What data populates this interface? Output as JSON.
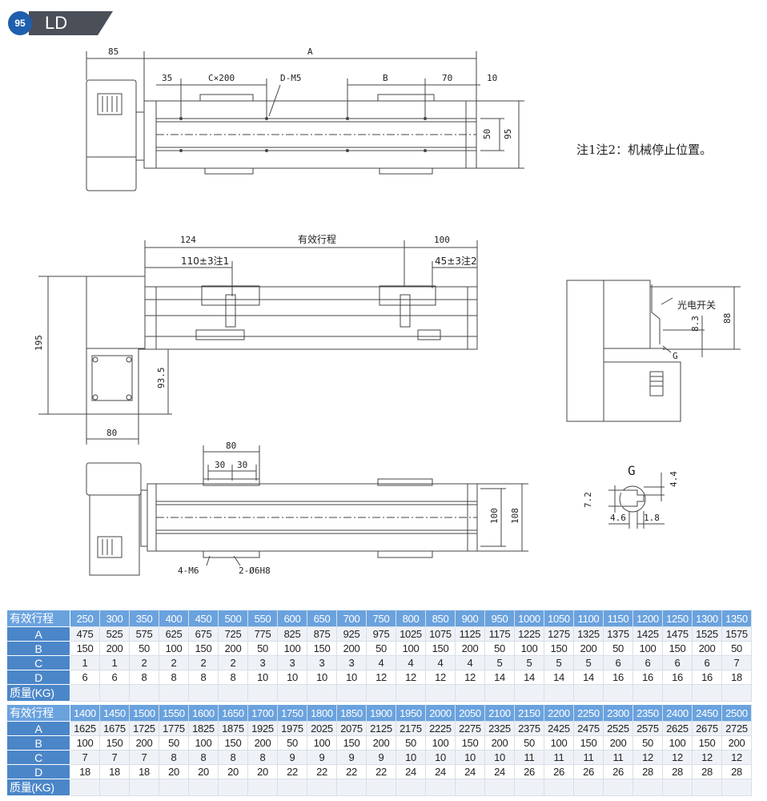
{
  "header": {
    "page_number": "95",
    "model": "LD"
  },
  "note": "注1注2：机械停止位置。",
  "top_view": {
    "dims": {
      "motor": "85",
      "A": "A",
      "d35": "35",
      "c": "C×200",
      "d": "D-M5",
      "b": "B",
      "d70": "70",
      "d10": "10",
      "d50": "50",
      "d95": "95"
    }
  },
  "side_view": {
    "dims": {
      "d124": "124",
      "stroke": "有效行程",
      "d100": "100",
      "n1": "110±3注1",
      "n2": "45±3注2",
      "d195": "195",
      "d93": "93.5",
      "d80": "80"
    }
  },
  "end_view": {
    "sensor": "光电开关",
    "d83": "8.3",
    "d88": "88",
    "g": "G"
  },
  "bottom_view": {
    "dims": {
      "d80": "80",
      "d30a": "30",
      "d30b": "30",
      "d100": "100",
      "d108": "108",
      "m6": "4-M6",
      "h8": "2-Ø6H8"
    }
  },
  "detail_g": {
    "title": "G",
    "d44": "4.4",
    "d72": "7.2",
    "d46": "4.6",
    "d18": "1.8"
  },
  "table_labels": {
    "stroke": "有效行程",
    "a": "A",
    "b": "B",
    "c": "C",
    "d": "D",
    "weight": "质量(KG)"
  },
  "table1": {
    "stroke": [
      "250",
      "300",
      "350",
      "400",
      "450",
      "500",
      "550",
      "600",
      "650",
      "700",
      "750",
      "800",
      "850",
      "900",
      "950",
      "1000",
      "1050",
      "1100",
      "1150",
      "1200",
      "1250",
      "1300",
      "1350"
    ],
    "A": [
      "475",
      "525",
      "575",
      "625",
      "675",
      "725",
      "775",
      "825",
      "875",
      "925",
      "975",
      "1025",
      "1075",
      "1125",
      "1175",
      "1225",
      "1275",
      "1325",
      "1375",
      "1425",
      "1475",
      "1525",
      "1575"
    ],
    "B": [
      "150",
      "200",
      "50",
      "100",
      "150",
      "200",
      "50",
      "100",
      "150",
      "200",
      "50",
      "100",
      "150",
      "200",
      "50",
      "100",
      "150",
      "200",
      "50",
      "100",
      "150",
      "200",
      "50"
    ],
    "C": [
      "1",
      "1",
      "2",
      "2",
      "2",
      "2",
      "3",
      "3",
      "3",
      "3",
      "4",
      "4",
      "4",
      "4",
      "5",
      "5",
      "5",
      "5",
      "6",
      "6",
      "6",
      "6",
      "7"
    ],
    "D": [
      "6",
      "6",
      "8",
      "8",
      "8",
      "8",
      "10",
      "10",
      "10",
      "10",
      "12",
      "12",
      "12",
      "12",
      "14",
      "14",
      "14",
      "14",
      "16",
      "16",
      "16",
      "16",
      "18"
    ]
  },
  "table2": {
    "stroke": [
      "1400",
      "1450",
      "1500",
      "1550",
      "1600",
      "1650",
      "1700",
      "1750",
      "1800",
      "1850",
      "1900",
      "1950",
      "2000",
      "2050",
      "2100",
      "2150",
      "2200",
      "2250",
      "2300",
      "2350",
      "2400",
      "2450",
      "2500"
    ],
    "A": [
      "1625",
      "1675",
      "1725",
      "1775",
      "1825",
      "1875",
      "1925",
      "1975",
      "2025",
      "2075",
      "2125",
      "2175",
      "2225",
      "2275",
      "2325",
      "2375",
      "2425",
      "2475",
      "2525",
      "2575",
      "2625",
      "2675",
      "2725"
    ],
    "B": [
      "100",
      "150",
      "200",
      "50",
      "100",
      "150",
      "200",
      "50",
      "100",
      "150",
      "200",
      "50",
      "100",
      "150",
      "200",
      "50",
      "100",
      "150",
      "200",
      "50",
      "100",
      "150",
      "200"
    ],
    "C": [
      "7",
      "7",
      "7",
      "8",
      "8",
      "8",
      "8",
      "9",
      "9",
      "9",
      "9",
      "10",
      "10",
      "10",
      "10",
      "11",
      "11",
      "11",
      "11",
      "12",
      "12",
      "12",
      "12"
    ],
    "D": [
      "18",
      "18",
      "18",
      "20",
      "20",
      "20",
      "20",
      "22",
      "22",
      "22",
      "22",
      "24",
      "24",
      "24",
      "24",
      "26",
      "26",
      "26",
      "26",
      "28",
      "28",
      "28",
      "28"
    ]
  },
  "colors": {
    "badge": "#1f5fae",
    "tab": "#4a4f58",
    "table_label": "#4b86c8",
    "table_header": "#6aa2de"
  }
}
